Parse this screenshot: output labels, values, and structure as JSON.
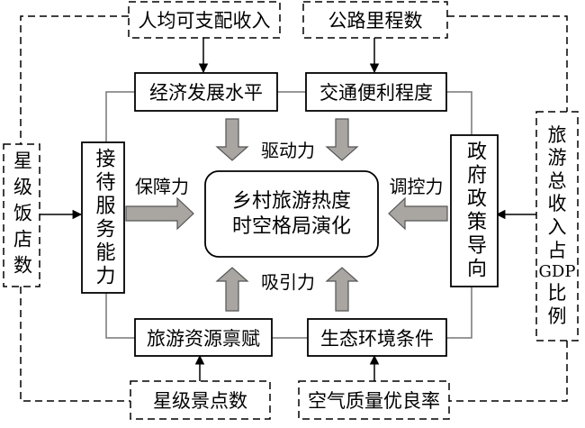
{
  "nodes": {
    "per_capita_income": "人均可支配收入",
    "highway_mileage": "公路里程数",
    "economic_level": "经济发展水平",
    "transport_convenience": "交通便利程度",
    "reception_capacity": "接待服务能力",
    "policy_guidance": "政府政策导向",
    "tourism_resources": "旅游资源禀赋",
    "eco_environment": "生态环境条件",
    "starred_hotels": "星级饭店数",
    "tourism_gdp_ratio": [
      "旅",
      "游",
      "总",
      "收",
      "入",
      "占",
      "GDP",
      "比",
      "例"
    ],
    "a_level_scenic_spots": "星级景点数",
    "air_quality_rate": "空气质量优良率",
    "center": {
      "line1": "乡村旅游热度",
      "line2": "时空格局演化"
    }
  },
  "forces": {
    "driving": "驱动力",
    "guarantee": "保障力",
    "regulating": "调控力",
    "attraction": "吸引力"
  },
  "colors": {
    "line": "#000000",
    "connector": "#777777",
    "block_arrow_fill": "#a9a6a2",
    "block_arrow_stroke": "#555555"
  }
}
